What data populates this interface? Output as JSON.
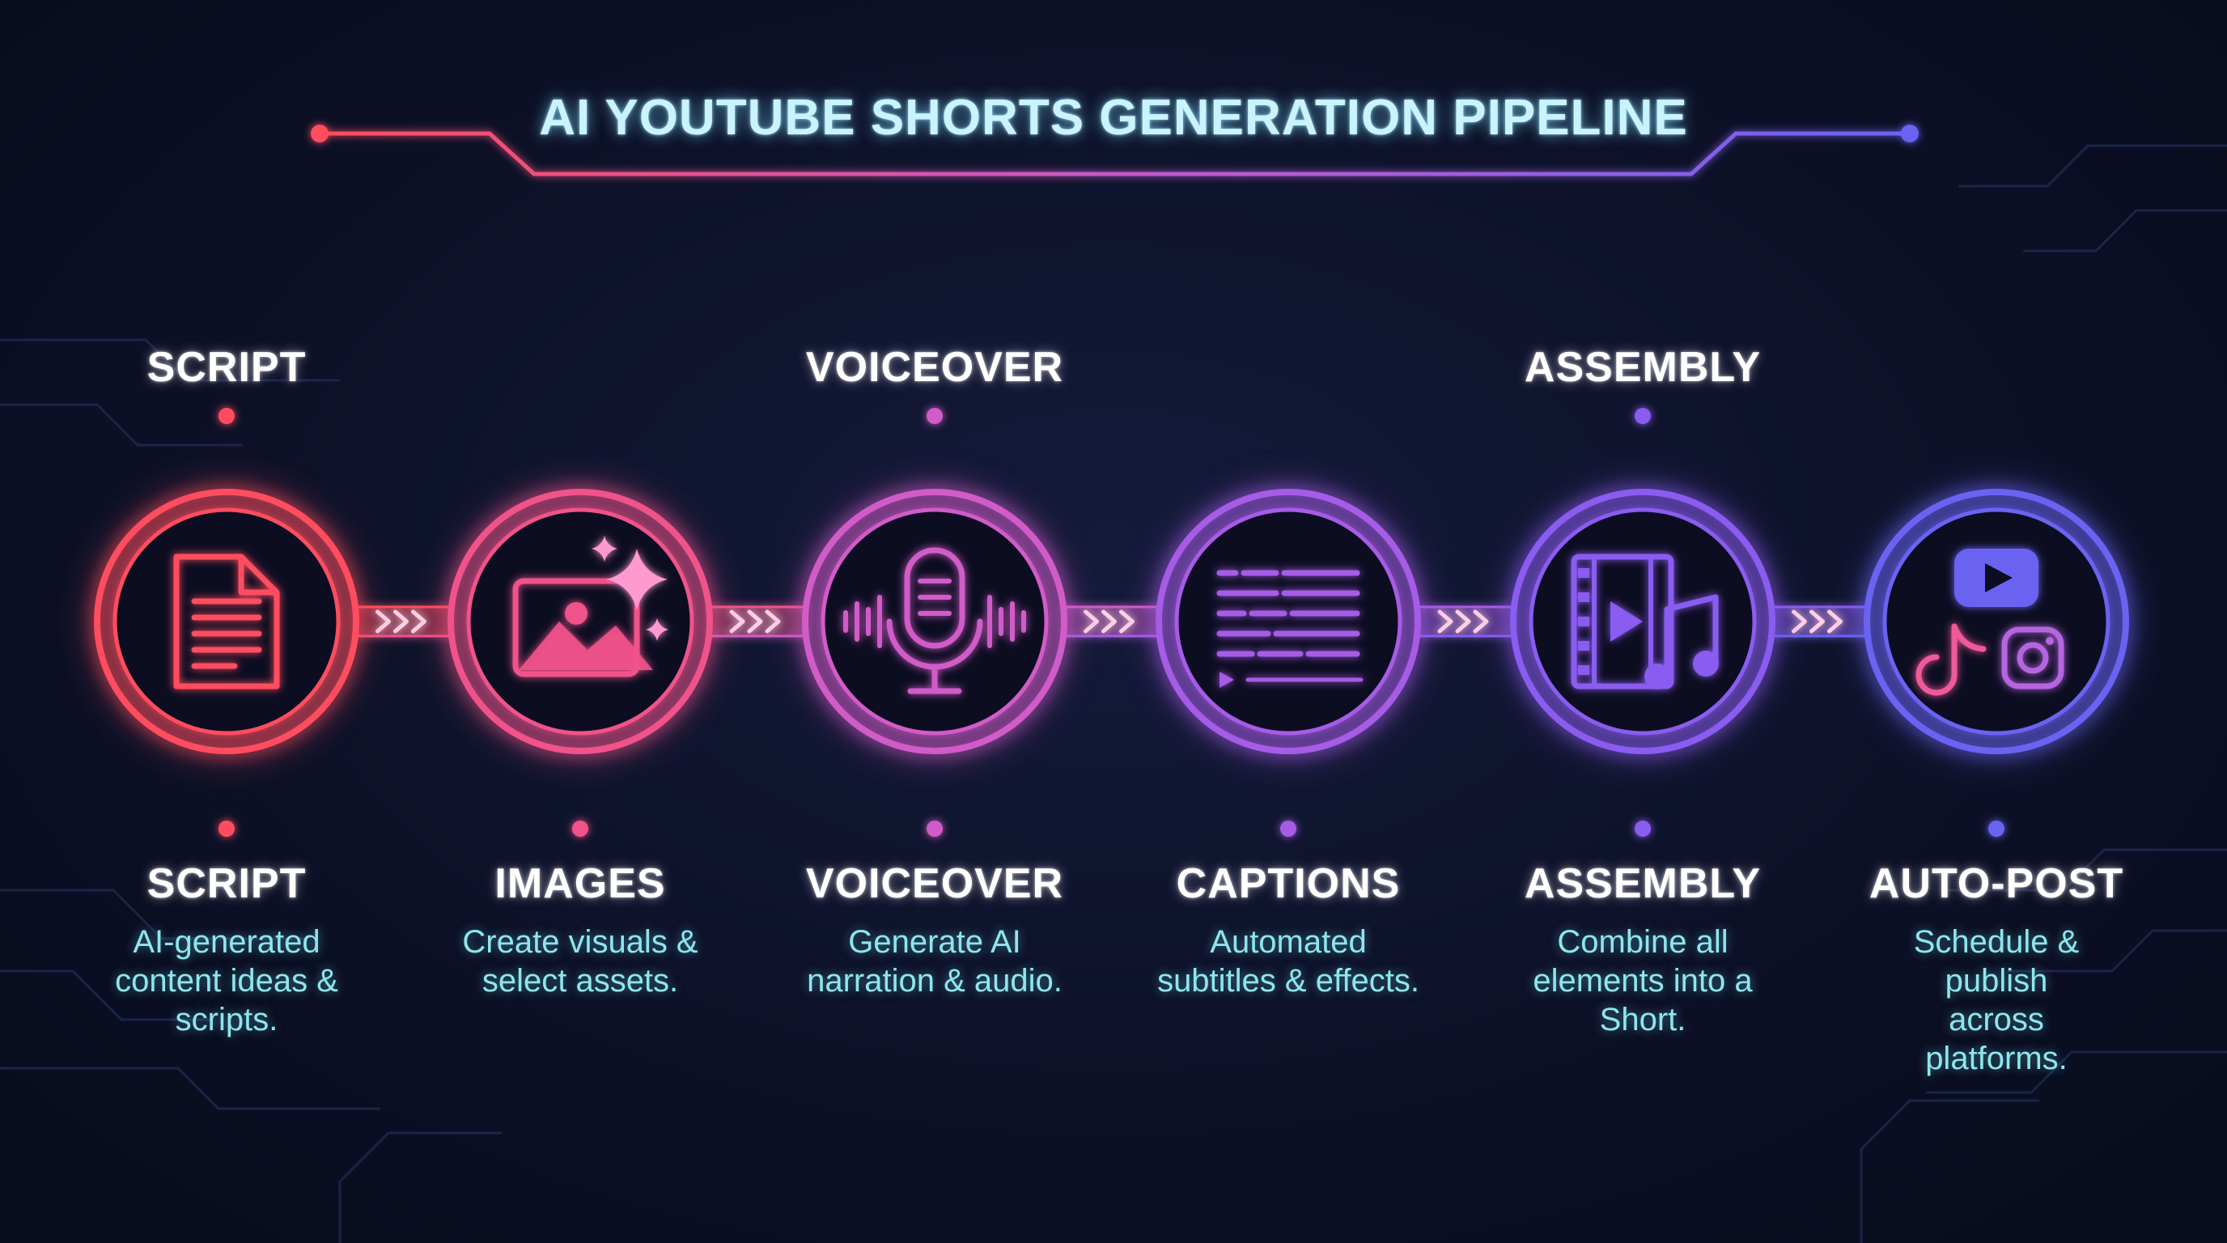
{
  "title": "AI YOUTUBE SHORTS GENERATION PIPELINE",
  "top_labels": [
    "SCRIPT",
    "VOICEOVER",
    "ASSEMBLY"
  ],
  "stages": [
    {
      "title": "SCRIPT",
      "description": "AI-generated\ncontent ideas &\nscripts.",
      "icon": "document-icon",
      "color": "#ff4d5e"
    },
    {
      "title": "IMAGES",
      "description": "Create visuals &\nselect assets.",
      "icon": "image-sparkle-icon",
      "color": "#f0528a"
    },
    {
      "title": "VOICEOVER",
      "description": "Generate AI\nnarration & audio.",
      "icon": "microphone-icon",
      "color": "#d15bc8"
    },
    {
      "title": "CAPTIONS",
      "description": "Automated\nsubtitles & effects.",
      "icon": "captions-icon",
      "color": "#a65ce6"
    },
    {
      "title": "ASSEMBLY",
      "description": "Combine all\nelements into a\nShort.",
      "icon": "film-music-icon",
      "color": "#8a5cf0"
    },
    {
      "title": "AUTO-POST",
      "description": "Schedule & publish\nacross platforms.",
      "icon": "social-platforms-icon",
      "color": "#6b63f2"
    }
  ],
  "colors": {
    "accent_start": "#ff4d5e",
    "accent_end": "#6b63f2",
    "title_text": "#c9f3ff",
    "description_text": "#8ee6ec"
  }
}
